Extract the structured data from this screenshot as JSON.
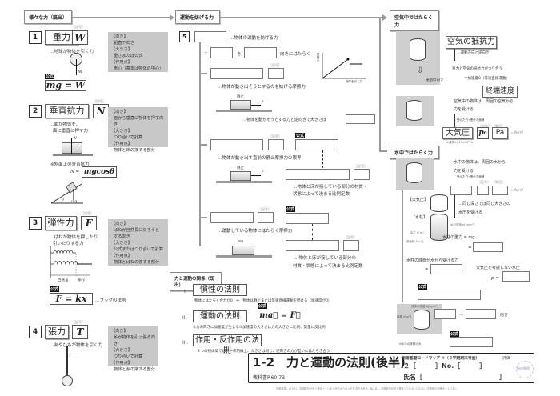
{
  "sections": {
    "various_forces": "様々な力（既出）",
    "hinder_motion": "運動を妨げる力",
    "air_forces": "空気中ではたらく力",
    "water_forces": "水中ではたらく力",
    "force_motion": "力と運動の関係（既出）"
  },
  "common": {
    "kigo": "［記号］",
    "tani": "［単位］",
    "koshiki": "公式",
    "muki_head": "【向き】",
    "ookisa_head": "【大きさ】",
    "sayouten_head": "【作用点】"
  },
  "forces": [
    {
      "num": "1",
      "name": "重力",
      "symbol": "W",
      "desc": "…地球が物体を引く力",
      "muki": "鉛直下向き",
      "ookisa": "重さまたは公式",
      "sayouten": "重心（基本は物体の中心）",
      "formula": "mg = W",
      "arrow_label": "W"
    },
    {
      "num": "2",
      "name": "垂直抗力",
      "symbol": "N",
      "desc1": "…面が物体を、",
      "desc2": "面に垂直に押す力",
      "muki": "面から垂直に物体を押す向き",
      "ookisa": "つり合いで計算",
      "sayouten": "物体と床の接する部分",
      "slope_note": "※斜面上の垂直抗力",
      "slope_formula_lhs": "N =",
      "slope_formula": "mgcosθ",
      "arrow_label": "N",
      "theta": "θ",
      "mg": "mg"
    },
    {
      "num": "3",
      "name": "弾性力",
      "symbol": "F",
      "desc1": "…ばねが物体を押したり",
      "desc2": "引いたりする力",
      "muki1": "ばねが自然長に戻ろうと",
      "muki2": "する向き",
      "ookisa": "公式またはつり合いで計算",
      "sayouten": "物体とばねの接する部分",
      "natural_length": "自然長",
      "stretch": "伸び",
      "formula": "F = kx",
      "formula_note": "…フックの法則"
    },
    {
      "num": "4",
      "name": "張力",
      "symbol": "T",
      "desc": "…糸やひもが物体を引く力",
      "muki": "糸が物体を引っ張る向き",
      "ookisa": "つり合いで計算",
      "sayouten": "物体と糸の接する部分",
      "arrow_label": "T"
    }
  ],
  "friction": {
    "num": "5",
    "desc_main": "…物体の運動を妨げる力",
    "dots": "…",
    "wo": "を",
    "direction_tail": "向きにはたらく",
    "static_desc": "…物体が動き出そうとするのを妨げる摩擦力",
    "seishi": "静止",
    "f_label": "f",
    "static_note": "…物体を動かそうとする力と逆向きで大きさは",
    "max_desc": "…物体が動き出す直前の静止摩擦力の限界",
    "coef_desc1": "…物体と床が接している部分の材質・",
    "coef_desc2": "状態によって決まる比例定数",
    "kinetic_desc": "…運動している物体にはたらく摩擦力",
    "kcoef_desc1": "…物体と床が接している部分の",
    "kcoef_desc2": "材質・状態によって決まる比例定数",
    "graph_ylabel": "摩擦力",
    "graph_xlabel": "物体を引く力"
  },
  "laws": [
    {
      "roman": "I.",
      "name": "慣性の法則",
      "desc": "物体にはたらく合力が0　⇔　物体は静止または等速直線運動を続ける（加速度が0）"
    },
    {
      "roman": "II.",
      "name": "運動の法則",
      "formula": "ma⃗ = F⃗",
      "desc": "①力の向きに加速度が生じる②加速度の大きさは力の大きさに比例、質量に反比例"
    },
    {
      "roman": "III.",
      "name": "作用・反作用の法則",
      "desc": "２つの物体間では同一作用線上、大きさは同じ、逆向きの力が互いにはたらき合う"
    }
  ],
  "air": {
    "resistance": "空気の抵抗力",
    "resistance_note": "…運動方向と逆向き",
    "balance": "重力と空気の抵抗力がつり合う",
    "accel_zero": "＝加速度0（等速直線運動）",
    "terminal": "終端速度",
    "motion_dir": "運動の向き",
    "pressure_note1": "空気中の物体は、周囲の空気から",
    "pressure_note2": "力を受ける",
    "per_area": "受けた力÷受けた面積",
    "atm": "大気圧",
    "atm_symbol": "p₀",
    "atm_unit": "Pa",
    "unit_eq": "= N/m²",
    "atm_std": "※通常1.013×10⁵Pa"
  },
  "water": {
    "note1": "水中の物体は、周囲の水から",
    "note2": "力を受ける",
    "per_area": "受けた力÷受けた面積",
    "unit_eq": "= N/m²",
    "same_depth1": "…同じ深さでは同じ大きさの",
    "same_depth2": "水圧を受ける",
    "atm_label": "【大気圧】",
    "column_label": "【水柱】",
    "density": "水の密度 ρ[kg/m³]",
    "height": "高さ h[m]",
    "area": "底面積 S[m²]",
    "column_weight": "水柱の重力 = mg",
    "eq": "=",
    "bottom_force": "水柱の底面が水から受ける力",
    "no_atm": "大気圧を考慮しない水圧",
    "p_eq": "p =",
    "liquid_density": "液体の密度 ρ[kg/m³]",
    "volume": "体積 V[m³]",
    "dots": "…",
    "muki": "向き",
    "underwater_note": "※水中の体積のみ"
  },
  "title_block": {
    "title": "1-2　力と運動の法則(後半)",
    "textbook": "教科書P.60-73",
    "subtitle": "物理基礎ロードマップ-④（２学期期末考査）",
    "hyouka": "評価",
    "class_line": "２［　　　］No.［　　　］",
    "name_line": "氏名［　　　　　　　　　　　　］",
    "stamp": "始の物理",
    "criteria": "評価基準：A(3点)…空欄部分が全て埋まっている＋自分なりのメモを書きがある／B(2点)…空欄部分が全て埋まっている／C(1点)…空欄部分が埋まっていない"
  }
}
